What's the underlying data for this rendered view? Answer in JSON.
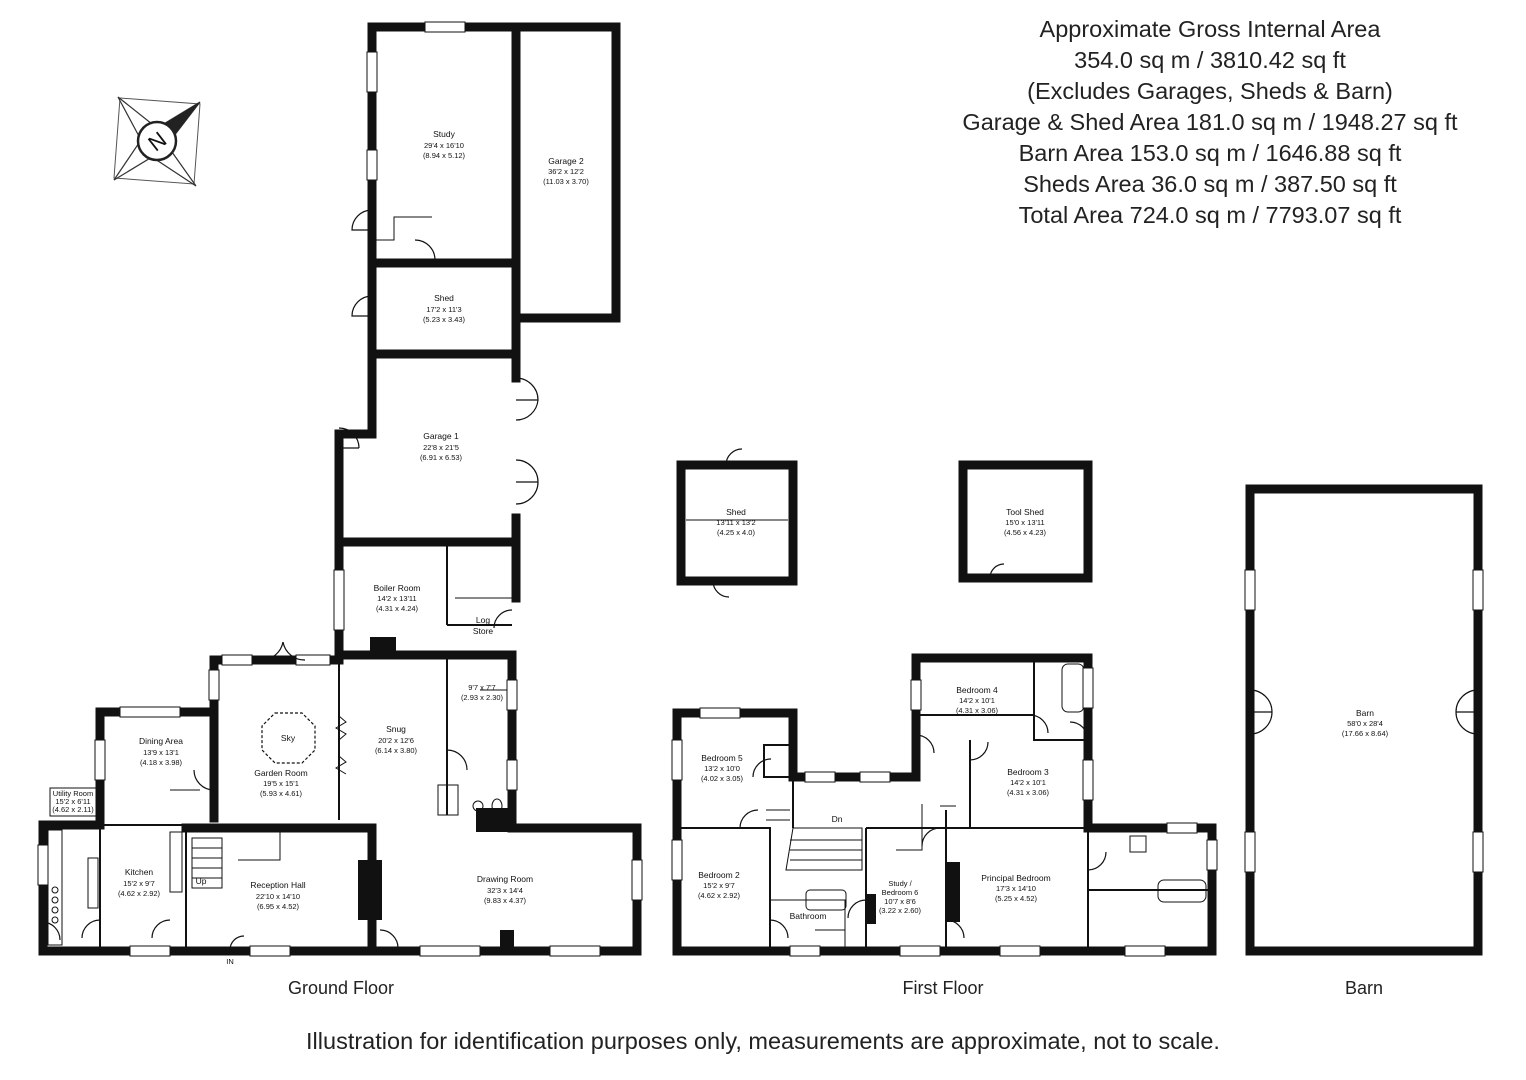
{
  "summary": {
    "line1": "Approximate Gross Internal Area",
    "line2": "354.0 sq m / 3810.42 sq ft",
    "line3": "(Excludes Garages, Sheds & Barn)",
    "line4": "Garage & Shed Area 181.0 sq m / 1948.27 sq ft",
    "line5": "Barn Area 153.0 sq m / 1646.88 sq ft",
    "line6": "Sheds Area 36.0 sq m / 387.50 sq ft",
    "line7": "Total Area 724.0 sq m / 7793.07 sq ft"
  },
  "compass": {
    "letter": "N",
    "icon": "compass-rose-icon"
  },
  "floors": {
    "ground": "Ground Floor",
    "first": "First Floor",
    "barn": "Barn"
  },
  "rooms": {
    "study": {
      "name": "Study",
      "imperial": "29'4 x 16'10",
      "metric": "(8.94 x 5.12)"
    },
    "garage2": {
      "name": "Garage 2",
      "imperial": "36'2 x 12'2",
      "metric": "(11.03 x 3.70)"
    },
    "shed_gf": {
      "name": "Shed",
      "imperial": "17'2 x 11'3",
      "metric": "(5.23 x 3.43)"
    },
    "garage1": {
      "name": "Garage 1",
      "imperial": "22'8 x 21'5",
      "metric": "(6.91 x 6.53)"
    },
    "boiler": {
      "name": "Boiler Room",
      "imperial": "14'2 x 13'11",
      "metric": "(4.31 x 4.24)"
    },
    "log_store": {
      "name1": "Log",
      "name2": "Store"
    },
    "lobby": {
      "imperial": "9'7 x 7'7",
      "metric": "(2.93 x 2.30)"
    },
    "snug": {
      "name": "Snug",
      "imperial": "20'2 x 12'6",
      "metric": "(6.14 x 3.80)"
    },
    "garden_room": {
      "name": "Garden Room",
      "imperial": "19'5 x 15'1",
      "metric": "(5.93 x 4.61)",
      "sky": "Sky"
    },
    "dining": {
      "name": "Dining Area",
      "imperial": "13'9 x 13'1",
      "metric": "(4.18 x 3.98)"
    },
    "utility": {
      "name": "Utility Room",
      "imperial": "15'2 x 6'11",
      "metric": "(4.62 x 2.11)"
    },
    "kitchen": {
      "name": "Kitchen",
      "imperial": "15'2 x 9'7",
      "metric": "(4.62 x 2.92)"
    },
    "reception": {
      "name": "Reception Hall",
      "imperial": "22'10 x 14'10",
      "metric": "(6.95 x 4.52)"
    },
    "drawing": {
      "name": "Drawing Room",
      "imperial": "32'3 x 14'4",
      "metric": "(9.83 x 4.37)"
    },
    "shed2": {
      "name": "Shed",
      "imperial": "13'11 x 13'2",
      "metric": "(4.25 x 4.0)"
    },
    "tool_shed": {
      "name": "Tool Shed",
      "imperial": "15'0 x 13'11",
      "metric": "(4.56 x 4.23)"
    },
    "bed4": {
      "name": "Bedroom 4",
      "imperial": "14'2 x 10'1",
      "metric": "(4.31 x 3.06)"
    },
    "bed5": {
      "name": "Bedroom 5",
      "imperial": "13'2 x 10'0",
      "metric": "(4.02 x 3.05)"
    },
    "bed3": {
      "name": "Bedroom 3",
      "imperial": "14'2 x 10'1",
      "metric": "(4.31 x 3.06)"
    },
    "bed2": {
      "name": "Bedroom 2",
      "imperial": "15'2 x 9'7",
      "metric": "(4.62 x 2.92)"
    },
    "bathroom": {
      "name": "Bathroom"
    },
    "study6": {
      "name1": "Study /",
      "name2": "Bedroom 6",
      "imperial": "10'7 x 8'6",
      "metric": "(3.22 x 2.60)"
    },
    "principal": {
      "name": "Principal Bedroom",
      "imperial": "17'3 x 14'10",
      "metric": "(5.25 x 4.52)"
    },
    "barn": {
      "name": "Barn",
      "imperial": "58'0 x 28'4",
      "metric": "(17.66 x 8.64)"
    }
  },
  "markers": {
    "up": "Up",
    "down": "Dn",
    "entrance": "IN"
  },
  "disclaimer": "Illustration for identification purposes only, measurements are approximate, not to scale."
}
